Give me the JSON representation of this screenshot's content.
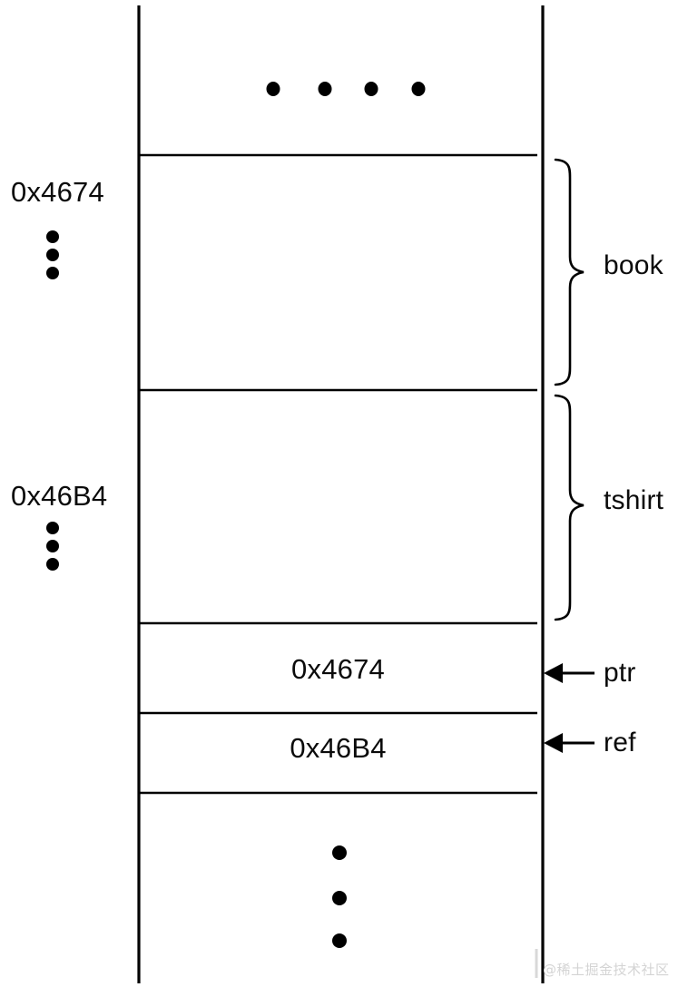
{
  "diagram": {
    "title": "memory-layout-diagram",
    "colors": {
      "line": "#000000",
      "text": "#0b0b0b",
      "background": "#ffffff",
      "watermark": "#d4d4d4"
    },
    "left_labels": [
      {
        "name": "address-book",
        "text": "0x4674"
      },
      {
        "name": "address-tshirt",
        "text": "0x46B4"
      }
    ],
    "memory_cells": [
      {
        "name": "cell-book",
        "value": ""
      },
      {
        "name": "cell-tshirt",
        "value": ""
      },
      {
        "name": "cell-ptr",
        "value": "0x4674"
      },
      {
        "name": "cell-ref",
        "value": "0x46B4"
      }
    ],
    "brace_labels": [
      {
        "name": "brace-label-book",
        "text": "book"
      },
      {
        "name": "brace-label-tshirt",
        "text": "tshirt"
      }
    ],
    "arrow_labels": [
      {
        "name": "arrow-label-ptr",
        "text": "ptr"
      },
      {
        "name": "arrow-label-ref",
        "text": "ref"
      }
    ],
    "ellipses": {
      "top_horizontal_dots": 4,
      "bottom_vertical_dots": 3,
      "left_dots_book": 3,
      "left_dots_tshirt": 3
    },
    "watermark": "@稀土掘金技术社区"
  }
}
